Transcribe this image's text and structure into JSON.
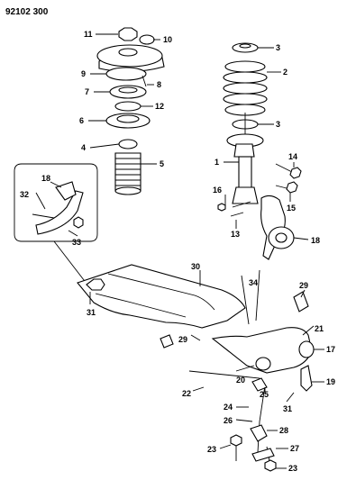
{
  "header": {
    "diagram_code": "92102 300"
  },
  "callouts": [
    {
      "id": "c11",
      "text": "11"
    },
    {
      "id": "c10",
      "text": "10"
    },
    {
      "id": "c9",
      "text": "9"
    },
    {
      "id": "c8",
      "text": "8"
    },
    {
      "id": "c7",
      "text": "7"
    },
    {
      "id": "c12",
      "text": "12"
    },
    {
      "id": "c6",
      "text": "6"
    },
    {
      "id": "c4",
      "text": "4"
    },
    {
      "id": "c5",
      "text": "5"
    },
    {
      "id": "c3a",
      "text": "3"
    },
    {
      "id": "c2",
      "text": "2"
    },
    {
      "id": "c3b",
      "text": "3"
    },
    {
      "id": "c1",
      "text": "1"
    },
    {
      "id": "c14",
      "text": "14"
    },
    {
      "id": "c16",
      "text": "16"
    },
    {
      "id": "c15",
      "text": "15"
    },
    {
      "id": "c13",
      "text": "13"
    },
    {
      "id": "c18b",
      "text": "18"
    },
    {
      "id": "c18a",
      "text": "18"
    },
    {
      "id": "c32",
      "text": "32"
    },
    {
      "id": "c33",
      "text": "33"
    },
    {
      "id": "c30",
      "text": "30"
    },
    {
      "id": "c34",
      "text": "34"
    },
    {
      "id": "c29a",
      "text": "29"
    },
    {
      "id": "c31a",
      "text": "31"
    },
    {
      "id": "c21",
      "text": "21"
    },
    {
      "id": "c17",
      "text": "17"
    },
    {
      "id": "c29b",
      "text": "29"
    },
    {
      "id": "c20",
      "text": "20"
    },
    {
      "id": "c19",
      "text": "19"
    },
    {
      "id": "c22",
      "text": "22"
    },
    {
      "id": "c31b",
      "text": "31"
    },
    {
      "id": "c25",
      "text": "25"
    },
    {
      "id": "c24",
      "text": "24"
    },
    {
      "id": "c26",
      "text": "26"
    },
    {
      "id": "c28",
      "text": "28"
    },
    {
      "id": "c23a",
      "text": "23"
    },
    {
      "id": "c27",
      "text": "27"
    },
    {
      "id": "c23b",
      "text": "23"
    }
  ]
}
